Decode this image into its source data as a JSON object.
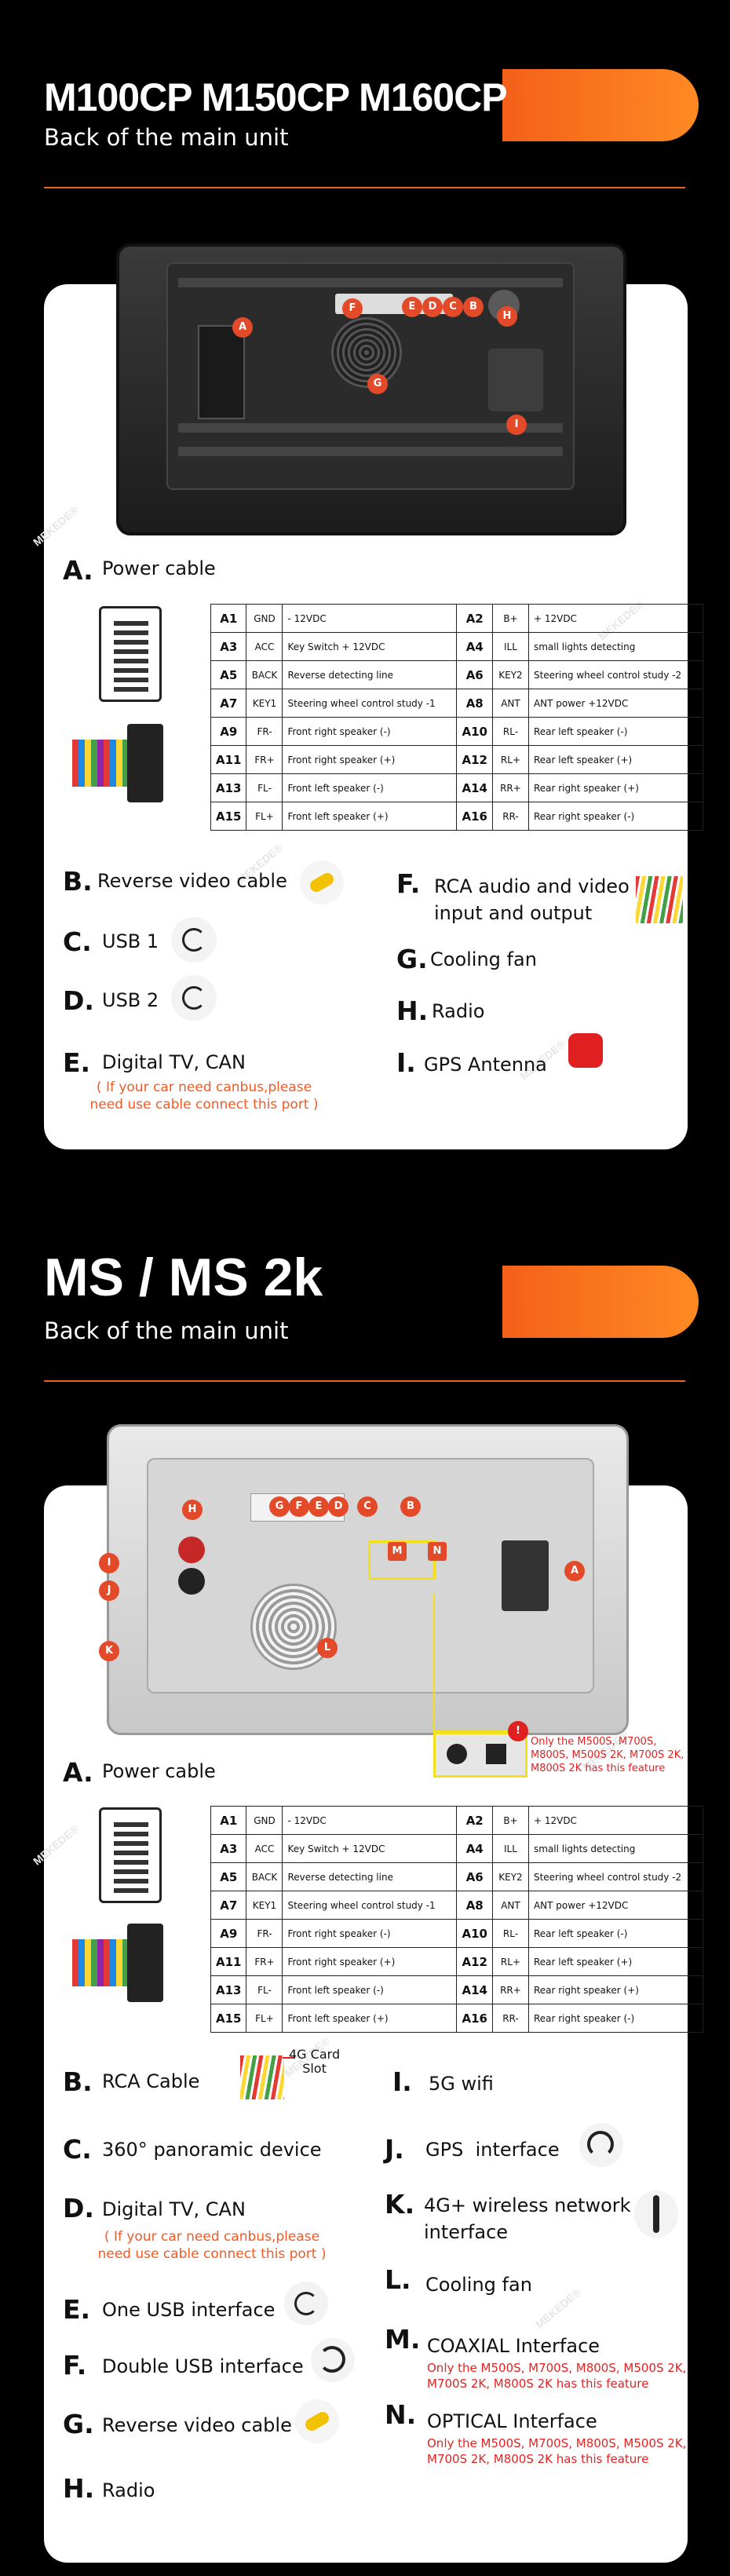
{
  "colors": {
    "accent": "#f4601a",
    "tag": "#e24a2a",
    "note": "#f15a24",
    "warn": "#e52222"
  },
  "sec1": {
    "title": "M100CP M150CP M160CP",
    "subtitle": "Back of the main unit",
    "unit_tags": [
      "A",
      "B",
      "C",
      "D",
      "E",
      "F",
      "G",
      "H",
      "I"
    ],
    "power_letter": "A.",
    "power_label": "Power cable",
    "items_left": [
      {
        "letter": "B.",
        "label": "Reverse video cable",
        "icon": "yellow-rca-icon"
      },
      {
        "letter": "C.",
        "label": "USB 1",
        "icon": "usb-cable-icon"
      },
      {
        "letter": "D.",
        "label": "USB 2",
        "icon": "usb-cable-icon"
      },
      {
        "letter": "E.",
        "label": "Digital TV, CAN"
      }
    ],
    "note_e": "( If your car need canbus,please\nneed use cable connect this port )",
    "items_right": [
      {
        "letter": "F.",
        "label": "RCA audio and video\ninput and output",
        "icon": "rca-bundle-icon"
      },
      {
        "letter": "G.",
        "label": "Cooling fan"
      },
      {
        "letter": "H.",
        "label": "Radio"
      },
      {
        "letter": "I.",
        "label": "GPS Antenna",
        "icon": "gps-antenna-icon"
      }
    ]
  },
  "pins": [
    [
      "A1",
      "GND",
      "- 12VDC",
      "A2",
      "B+",
      "+ 12VDC"
    ],
    [
      "A3",
      "ACC",
      "Key Switch + 12VDC",
      "A4",
      "ILL",
      "small lights detecting"
    ],
    [
      "A5",
      "BACK",
      "Reverse detecting line",
      "A6",
      "KEY2",
      "Steering wheel control study -2"
    ],
    [
      "A7",
      "KEY1",
      "Steering wheel control study -1",
      "A8",
      "ANT",
      "ANT power +12VDC"
    ],
    [
      "A9",
      "FR-",
      "Front right speaker (-)",
      "A10",
      "RL-",
      "Rear left speaker (-)"
    ],
    [
      "A11",
      "FR+",
      "Front right speaker (+)",
      "A12",
      "RL+",
      "Rear left speaker (+)"
    ],
    [
      "A13",
      "FL-",
      "Front left speaker (-)",
      "A14",
      "RR+",
      "Rear right speaker (+)"
    ],
    [
      "A15",
      "FL+",
      "Front left speaker (+)",
      "A16",
      "RR-",
      "Rear right speaker (-)"
    ]
  ],
  "sec2": {
    "title": "MS / MS 2k",
    "subtitle": "Back of the main unit",
    "unit_tags": [
      "G",
      "F",
      "E",
      "D",
      "C",
      "B",
      "H",
      "I",
      "J",
      "K",
      "L",
      "M",
      "N",
      "A"
    ],
    "warn_badge": "!",
    "inset_note": "Only the M500S, M700S,\nM800S, M500S 2K, M700S 2K,\nM800S 2K has this feature",
    "power_letter": "A.",
    "power_label": "Power cable",
    "sd_label": "4G Card\nSlot",
    "items_left": [
      {
        "letter": "B.",
        "label": "RCA Cable",
        "icon": "rca-bundle-icon"
      },
      {
        "letter": "C.",
        "label": "360° panoramic device"
      },
      {
        "letter": "D.",
        "label": "Digital TV, CAN"
      },
      {
        "letter": "E.",
        "label": "One USB interface",
        "icon": "usb-cable-icon"
      },
      {
        "letter": "F.",
        "label": "Double USB interface",
        "icon": "double-usb-icon"
      },
      {
        "letter": "G.",
        "label": "Reverse video cable",
        "icon": "yellow-rca-icon"
      },
      {
        "letter": "H.",
        "label": "Radio"
      }
    ],
    "note_d": "( If your car need canbus,please\nneed use cable connect this port )",
    "items_right": [
      {
        "letter": "I.",
        "label": "5G wifi"
      },
      {
        "letter": "J.",
        "label": "GPS  interface",
        "icon": "gps-cable-icon"
      },
      {
        "letter": "K.",
        "label": "4G+ wireless network\ninterface",
        "icon": "4g-cable-icon"
      },
      {
        "letter": "L.",
        "label": "Cooling fan"
      },
      {
        "letter": "M.",
        "label": "COAXIAL Interface",
        "note": "Only the M500S, M700S, M800S, M500S 2K,\nM700S 2K, M800S 2K has this feature"
      },
      {
        "letter": "N.",
        "label": "OPTICAL Interface",
        "note": "Only the M500S, M700S, M800S, M500S 2K,\nM700S 2K, M800S 2K has this feature"
      }
    ]
  },
  "watermark": "MEKEDE®"
}
